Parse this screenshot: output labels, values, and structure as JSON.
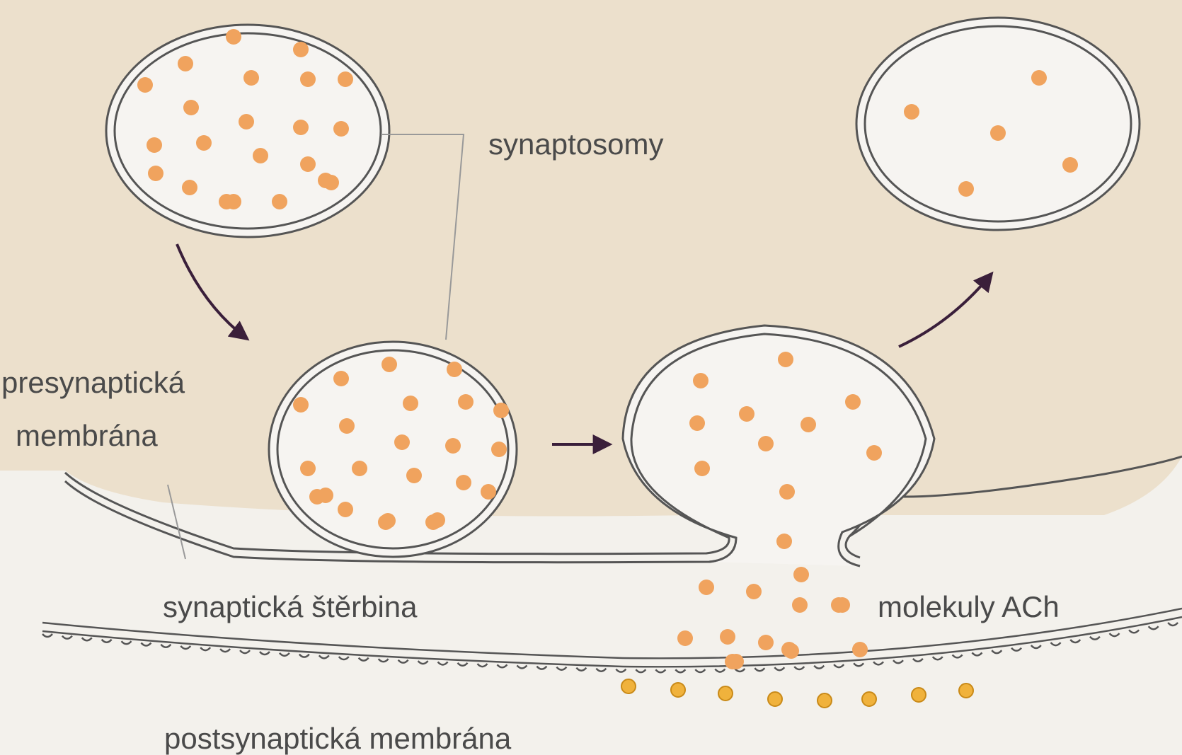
{
  "labels": {
    "synaptosomy": "synaptosomy",
    "presynaptic_line1": "presynaptická",
    "presynaptic_line2": "membrána",
    "cleft": "synaptická štěrbina",
    "ach": "molekuly ACh",
    "postsynaptic": "postsynaptická membrána"
  },
  "colors": {
    "cytoplasm": "#ece0cc",
    "cleft": "#f3f1ec",
    "vesicle_fill": "#f6f4f1",
    "membrane": "#555555",
    "ach_dot": "#f0a35e",
    "receptor": "#f0b23c",
    "arrow": "#3a1f3a",
    "leader": "#999999",
    "text": "#4a4a4a"
  },
  "dot_groups": [
    {
      "name": "vesicle-1-ach-dots",
      "count": 22
    },
    {
      "name": "vesicle-2-ach-dots",
      "count": 23
    },
    {
      "name": "fused-vesicle-ach-dots",
      "count": 12
    },
    {
      "name": "released-ach-dots",
      "count": 13
    },
    {
      "name": "recycled-vesicle-ach-dots",
      "count": 5
    },
    {
      "name": "postsynaptic-receptor",
      "count": 8
    }
  ]
}
